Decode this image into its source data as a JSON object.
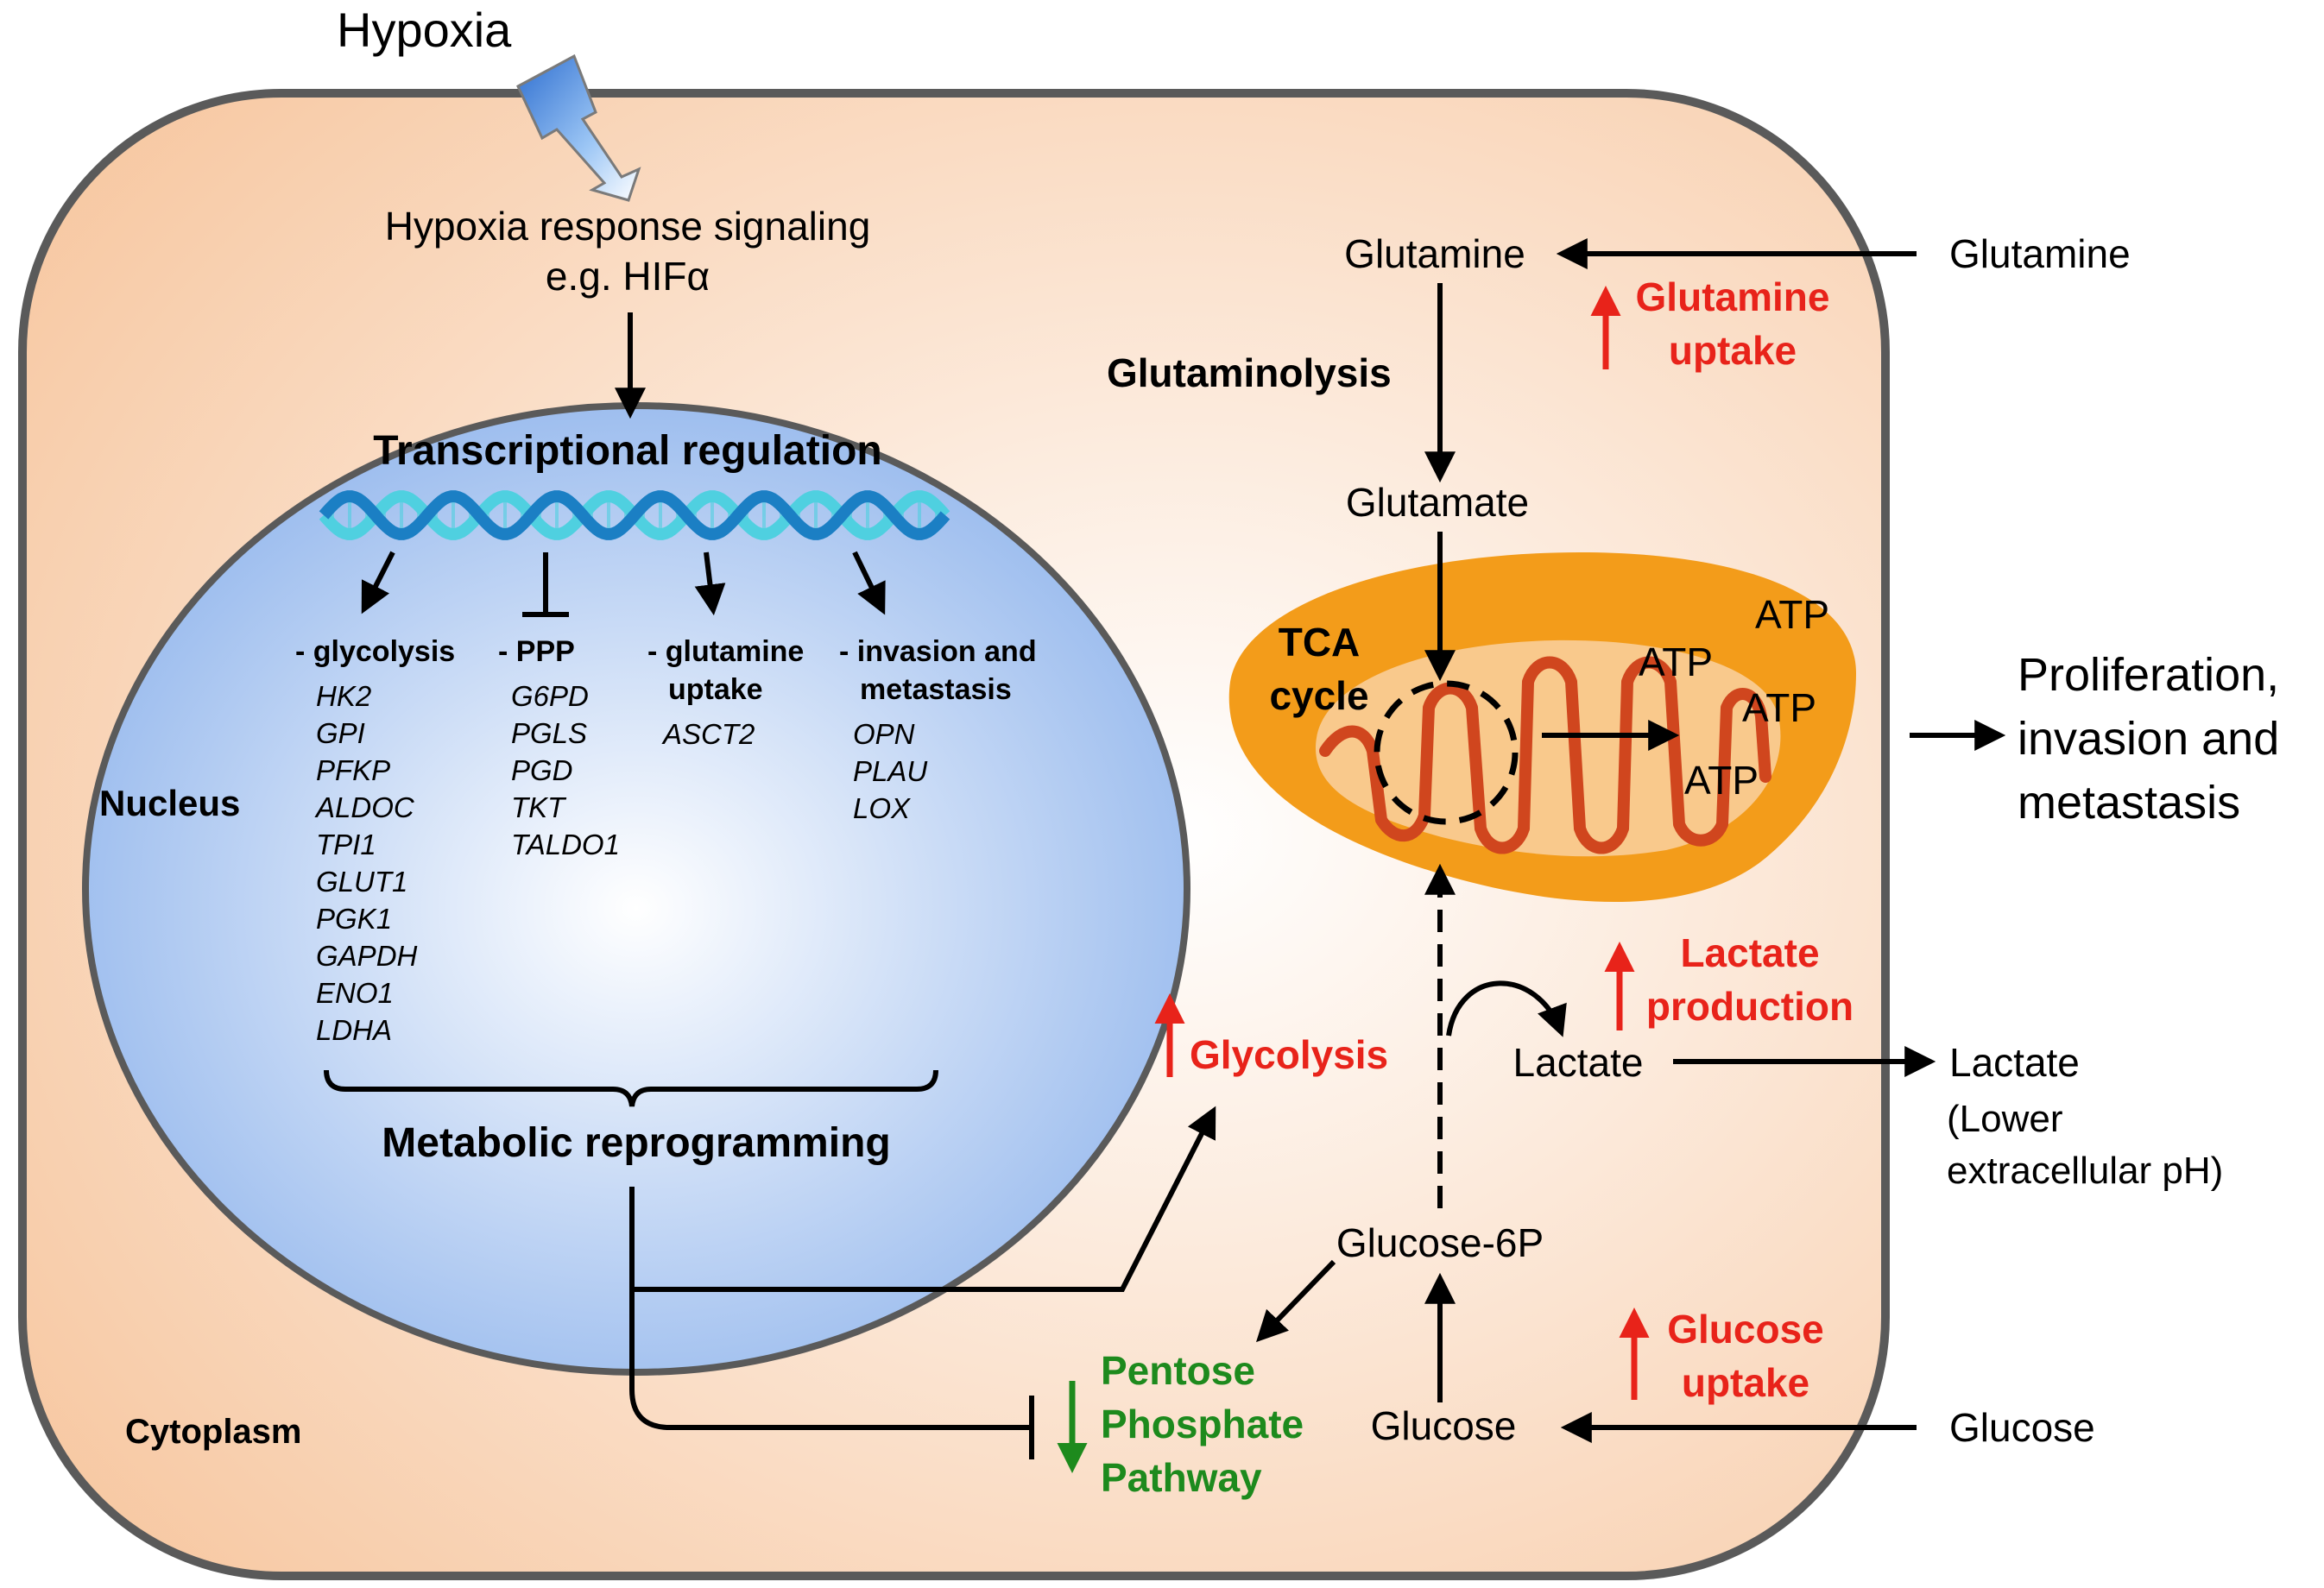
{
  "colors": {
    "cell_fill_center": "#ffffff",
    "cell_fill_edge": "#f7c8a2",
    "cell_stroke": "#5a5a5a",
    "nucleus_fill_center": "#ffffff",
    "nucleus_fill_edge": "#8fb4ec",
    "nucleus_stroke": "#5a5a5a",
    "mito_outer": "#f39c1a",
    "mito_inner": "#f9c98c",
    "mito_cristae": "#d0461e",
    "dna_light": "#4fd0e0",
    "dna_dark": "#1b7fc4",
    "red": "#e8231a",
    "green": "#1d8a1d",
    "black": "#000000",
    "lightning": "#4a8fe0"
  },
  "labels": {
    "hypoxia": "Hypoxia",
    "hypoxia_signaling_1": "Hypoxia response signaling",
    "hypoxia_signaling_2": "e.g. HIFα",
    "transcriptional_regulation": "Transcriptional regulation",
    "nucleus": "Nucleus",
    "cytoplasm": "Cytoplasm",
    "metabolic_reprogramming": "Metabolic reprogramming",
    "glutamine_in": "Glutamine",
    "glutamine_out": "Glutamine",
    "glutamine_uptake_1": "Glutamine",
    "glutamine_uptake_2": "uptake",
    "glutaminolysis": "Glutaminolysis",
    "glutamate": "Glutamate",
    "tca_1": "TCA",
    "tca_2": "cycle",
    "atp": [
      "ATP",
      "ATP",
      "ATP",
      "ATP"
    ],
    "outcome_1": "Proliferation,",
    "outcome_2": "invasion and",
    "outcome_3": "metastasis",
    "lactate_production_1": "Lactate",
    "lactate_production_2": "production",
    "glycolysis": "Glycolysis",
    "lactate_in": "Lactate",
    "lactate_out": "Lactate",
    "lower_ph_1": "(Lower",
    "lower_ph_2": "extracellular pH)",
    "glucose6p": "Glucose-6P",
    "ppp_1": "Pentose",
    "ppp_2": "Phosphate",
    "ppp_3": "Pathway",
    "glucose_in": "Glucose",
    "glucose_out": "Glucose",
    "glucose_uptake_1": "Glucose",
    "glucose_uptake_2": "uptake"
  },
  "gene_groups": [
    {
      "heading": [
        "- glycolysis"
      ],
      "genes": [
        "HK2",
        "GPI",
        "PFKP",
        "ALDOC",
        "TPI1",
        "GLUT1",
        "PGK1",
        "GAPDH",
        "ENO1",
        "LDHA"
      ]
    },
    {
      "heading": [
        "- PPP"
      ],
      "genes": [
        "G6PD",
        "PGLS",
        "PGD",
        "TKT",
        "TALDO1"
      ]
    },
    {
      "heading": [
        "- glutamine",
        "uptake"
      ],
      "genes": [
        "ASCT2"
      ]
    },
    {
      "heading": [
        "- invasion and",
        "metastasis"
      ],
      "genes": [
        "OPN",
        "PLAU",
        "LOX"
      ]
    }
  ]
}
